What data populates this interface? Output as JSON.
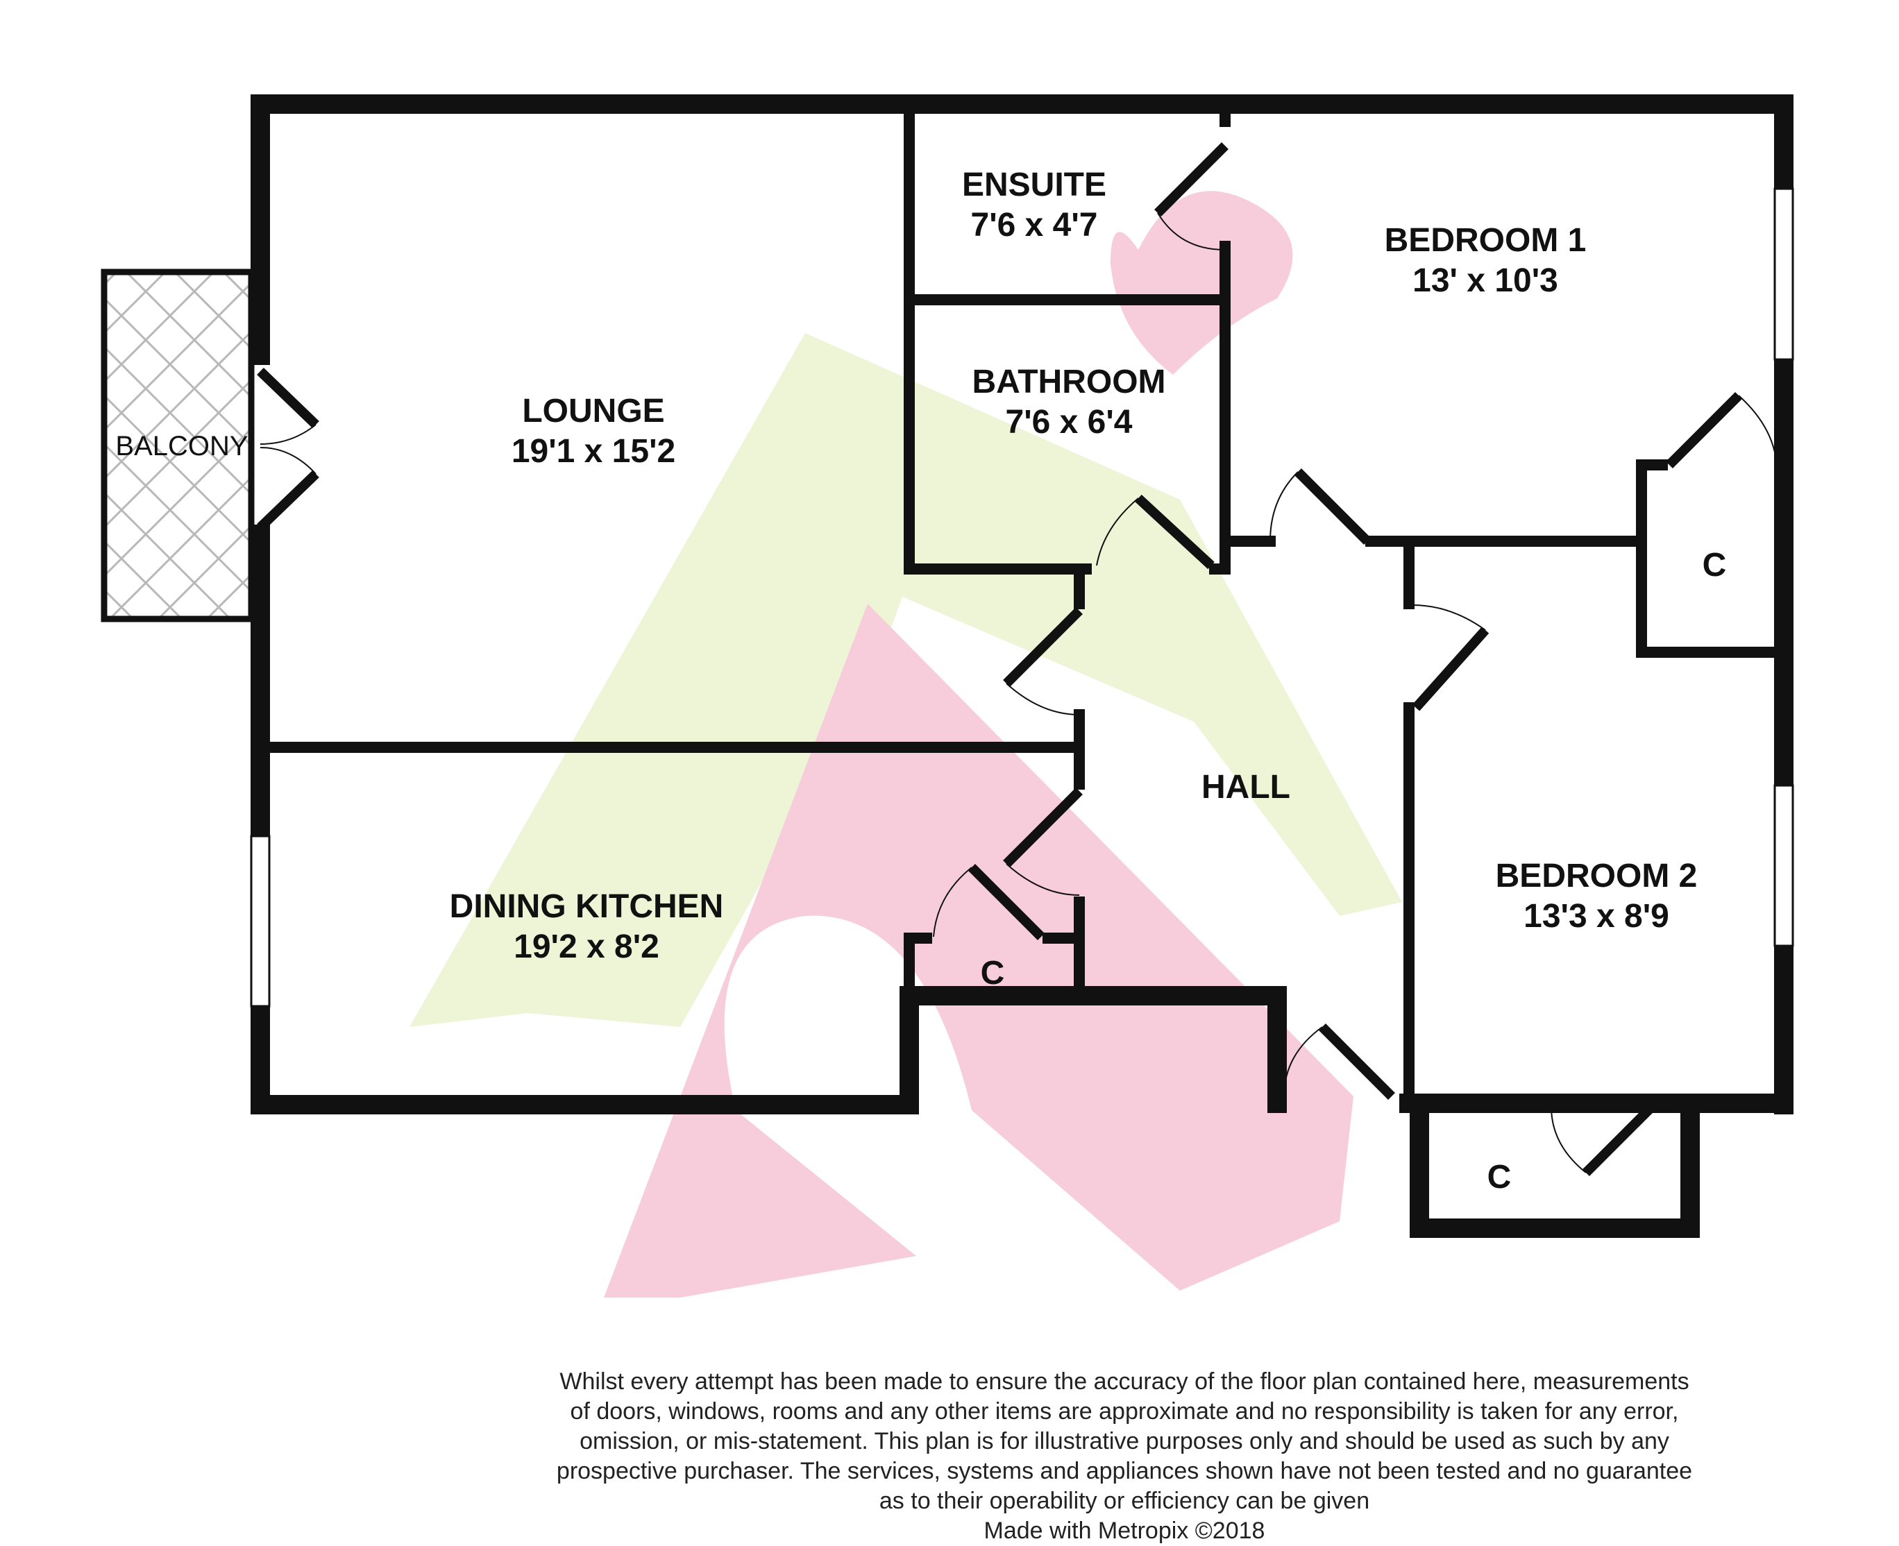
{
  "rooms": {
    "lounge": {
      "name": "LOUNGE",
      "dims": "19'1 x 15'2"
    },
    "ensuite": {
      "name": "ENSUITE",
      "dims": "7'6 x 4'7"
    },
    "bathroom": {
      "name": "BATHROOM",
      "dims": "7'6 x 6'4"
    },
    "bedroom1": {
      "name": "BEDROOM 1",
      "dims": "13' x 10'3"
    },
    "bedroom2": {
      "name": "BEDROOM 2",
      "dims": "13'3 x 8'9"
    },
    "dining_kitchen": {
      "name": "DINING KITCHEN",
      "dims": "19'2 x 8'2"
    },
    "hall": {
      "name": "HALL"
    },
    "balcony": {
      "name": "BALCONY"
    },
    "cupboard_bed1": {
      "name": "C"
    },
    "cupboard_kitchen": {
      "name": "C"
    },
    "cupboard_bed2": {
      "name": "C"
    }
  },
  "disclaimer": {
    "lines": [
      "Whilst every attempt has been made to ensure the accuracy of the floor plan contained here, measurements",
      "of doors, windows, rooms and any other items are approximate and no responsibility is taken for any error,",
      "omission, or mis-statement. This plan is for illustrative purposes only and should be used as such by any",
      "prospective purchaser. The services, systems and appliances shown have not been tested and no guarantee",
      "as to their operability or efficiency can be given"
    ],
    "credit": "Made with Metropix ©2018"
  },
  "colors": {
    "wall": "#111111",
    "watermark_pink": "#f7cddb",
    "watermark_green": "#eef5d6",
    "hatch": "#b8b8b8"
  }
}
